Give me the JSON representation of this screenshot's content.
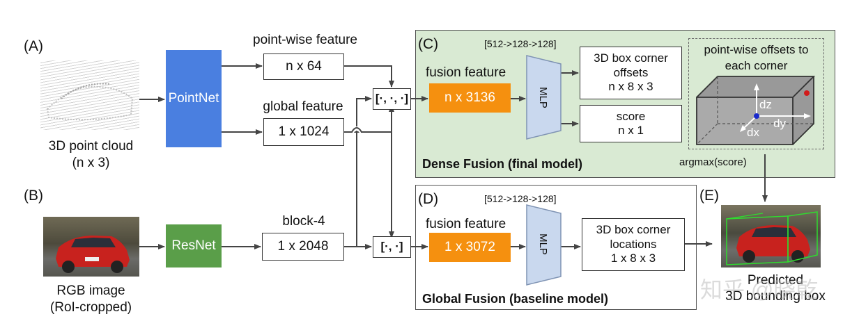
{
  "labels": {
    "a": "(A)",
    "b": "(B)",
    "c": "(C)",
    "d": "(D)",
    "e": "(E)"
  },
  "inputs": {
    "pointcloud_caption_1": "3D point cloud",
    "pointcloud_caption_2": "(n x 3)",
    "rgb_caption_1": "RGB image",
    "rgb_caption_2": "(RoI-cropped)"
  },
  "networks": {
    "pointnet": "PointNet",
    "resnet": "ResNet",
    "mlp_top": "MLP",
    "mlp_bottom": "MLP"
  },
  "features": {
    "pointwise_label": "point-wise feature",
    "pointwise_dim": "n x 64",
    "global_label": "global feature",
    "global_dim": "1 x 1024",
    "block4_label": "block-4",
    "block4_dim": "1 x 2048",
    "concat3": "[·, ·, ·]",
    "concat2": "[·, ·]"
  },
  "dense": {
    "mlp_dims": "[512->128->128]",
    "fusion_label": "fusion feature",
    "fusion_dim": "n x 3136",
    "offsets_1": "3D box corner",
    "offsets_2": "offsets",
    "offsets_3": "n x 8 x 3",
    "score_1": "score",
    "score_2": "n x 1",
    "inset_title_1": "point-wise offsets to",
    "inset_title_2": "each corner",
    "dz": "dz",
    "dx": "dx",
    "dy": "dy",
    "title": "Dense Fusion (final model)",
    "argmax": "argmax(score)"
  },
  "global": {
    "mlp_dims": "[512->128->128]",
    "fusion_label": "fusion feature",
    "fusion_dim": "1 x 3072",
    "loc_1": "3D box corner",
    "loc_2": "locations",
    "loc_3": "1 x 8 x 3",
    "title": "Global Fusion (baseline model)"
  },
  "output": {
    "caption_1": "Predicted",
    "caption_2": "3D bounding box",
    "watermark": "知乎 @晓乾"
  },
  "colors": {
    "pointnet": "#4a7fe0",
    "resnet": "#5a9e49",
    "fusion": "#f5900f",
    "mlp": "#c9d8ee",
    "dense_bg": "#d9ead3",
    "car": "#c8221e"
  }
}
